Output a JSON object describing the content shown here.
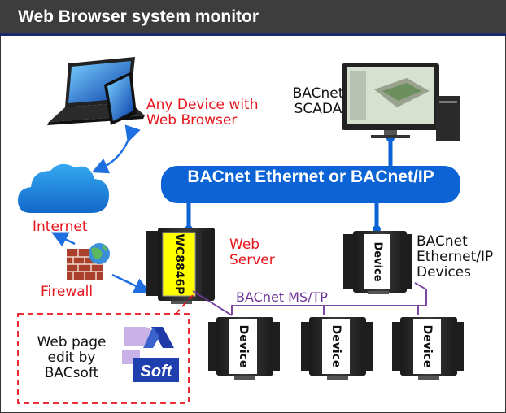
{
  "title": "Web Browser system monitor",
  "labels": {
    "any_device": [
      "Any Device with",
      "Web Browser"
    ],
    "scada": [
      "BACnet",
      "SCADA"
    ],
    "bus": "BACnet Ethernet or BACnet/IP",
    "internet": "Internet",
    "firewall": "Firewall",
    "web_server": [
      "Web",
      "Server"
    ],
    "bacnet_ip_devices": [
      "BACnet",
      "Ethernet/IP",
      "Devices"
    ],
    "mstp": "BACnet MS/TP",
    "web_page": [
      "Web page",
      "edit by",
      "BACsoft"
    ],
    "device_text": "Device",
    "server_device_text": "WC8846P",
    "bacsoft_logo": "Soft"
  },
  "colors": {
    "bus": "#0b63d6",
    "red_text": "#e8141b",
    "mstp": "#6f3597",
    "device_label": "#ffff00"
  },
  "icons": [
    "laptop-icon",
    "tablet-icon",
    "cloud-icon",
    "firewall-icon",
    "globe-icon",
    "scada-monitor-icon",
    "bacsoft-logo-icon"
  ]
}
